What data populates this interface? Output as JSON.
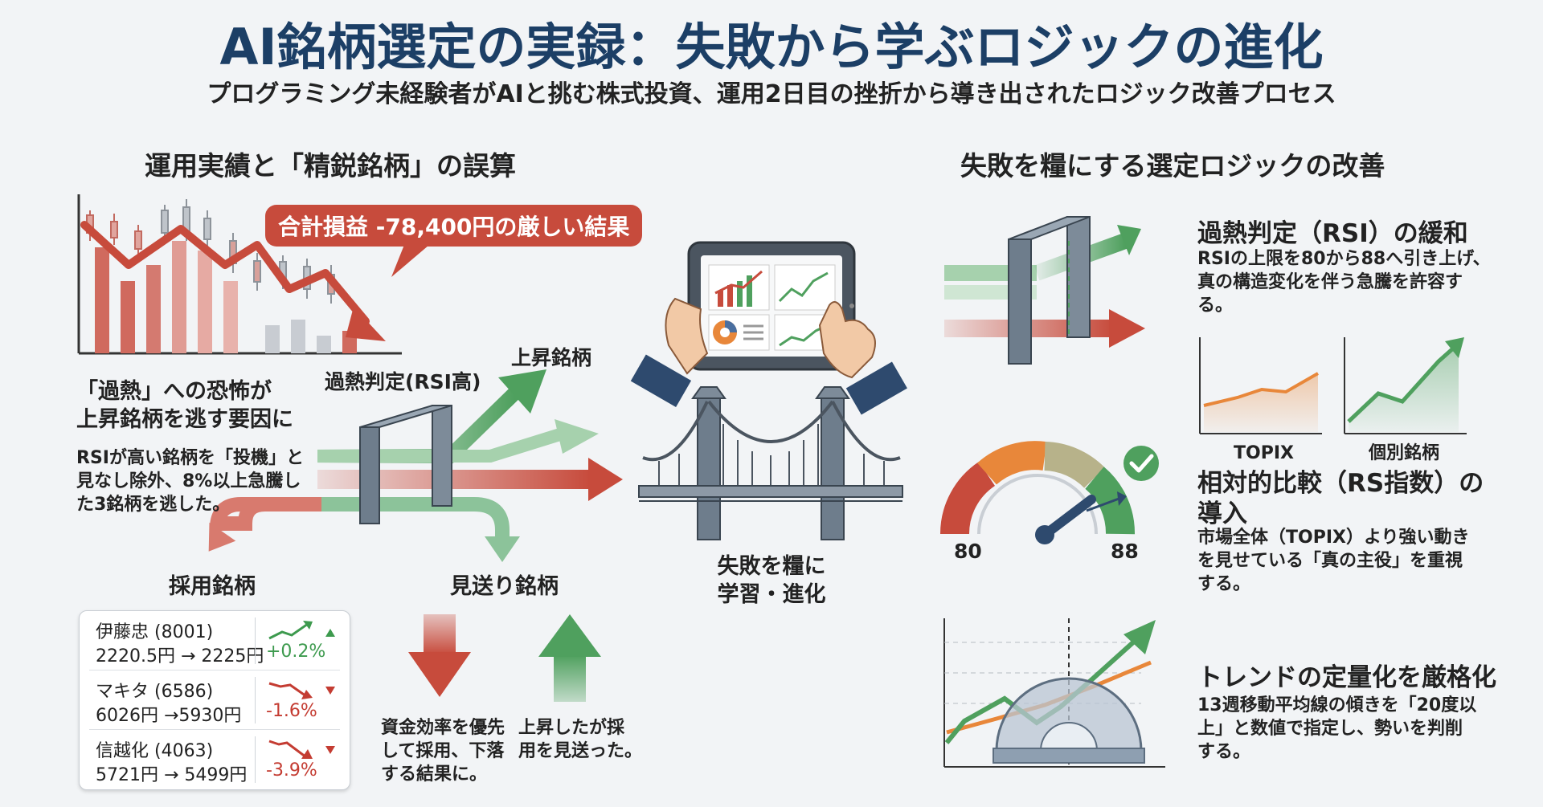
{
  "title": "AI銘柄選定の実録：失敗から学ぶロジックの進化",
  "subtitle": "プログラミング未経験者がAIと挑む株式投資、運用2日目の挫折から導き出されたロジック改善プロセス",
  "left": {
    "heading": "運用実績と「精鋭銘柄」の誤算",
    "callout": "合計損益 -78,400円の厳しい結果",
    "fear_title": [
      "「過熱」への恐怖が",
      "上昇銘柄を逃す要因に"
    ],
    "fear_body": [
      "RSIが高い銘柄を「投機」と",
      "見なし除外、8%以上急騰し",
      "た3銘柄を逃した。"
    ],
    "rsi_label": "過熱判定(RSI高)",
    "rising_label": "上昇銘柄",
    "adopted_label": "採用銘柄",
    "skipped_label": "見送り銘柄",
    "adopted": [
      {
        "name": "伊藤忠 (8001)",
        "price": "2220.5円 → 2225円",
        "change": "+0.2%",
        "direction": "up"
      },
      {
        "name": "マキタ (6586)",
        "price": "6026円 →5930円",
        "change": "-1.6%",
        "direction": "down"
      },
      {
        "name": "信越化 (4063)",
        "price": "5721円 → 5499円",
        "change": "-3.9%",
        "direction": "down"
      }
    ],
    "down_note": [
      "資金効率を優先",
      "して採用、下落",
      "する結果に。"
    ],
    "up_note": [
      "上昇したが採",
      "用を見送った。"
    ]
  },
  "center": {
    "label": [
      "失敗を糧に",
      "学習・進化"
    ]
  },
  "right": {
    "heading": "失敗を糧にする選定ロジックの改善",
    "rsi_title": "過熱判定（RSI）の緩和",
    "rsi_body": [
      "RSIの上限を80から88へ引き上げ、",
      "真の構造変化を伴う急騰を許容す",
      "る。"
    ],
    "chart_labels": [
      "TOPIX",
      "個別銘柄"
    ],
    "gauge": {
      "min_label": "80",
      "max_label": "88"
    },
    "rs_title": [
      "相対的比較（RS指数）の",
      "導入"
    ],
    "rs_body": [
      "市場全体（TOPIX）より強い動き",
      "を見せている「真の主役」を重視",
      "する。"
    ],
    "trend_title": "トレンドの定量化を厳格化",
    "trend_body": [
      "13週移動平均線の傾きを「20度以",
      "上」と数値で指定し、勢いを判削",
      "する。"
    ]
  },
  "colors": {
    "red": "#c74b3c",
    "green": "#4fa05e",
    "navy": "#1c3f66",
    "orange": "#e8873a"
  }
}
